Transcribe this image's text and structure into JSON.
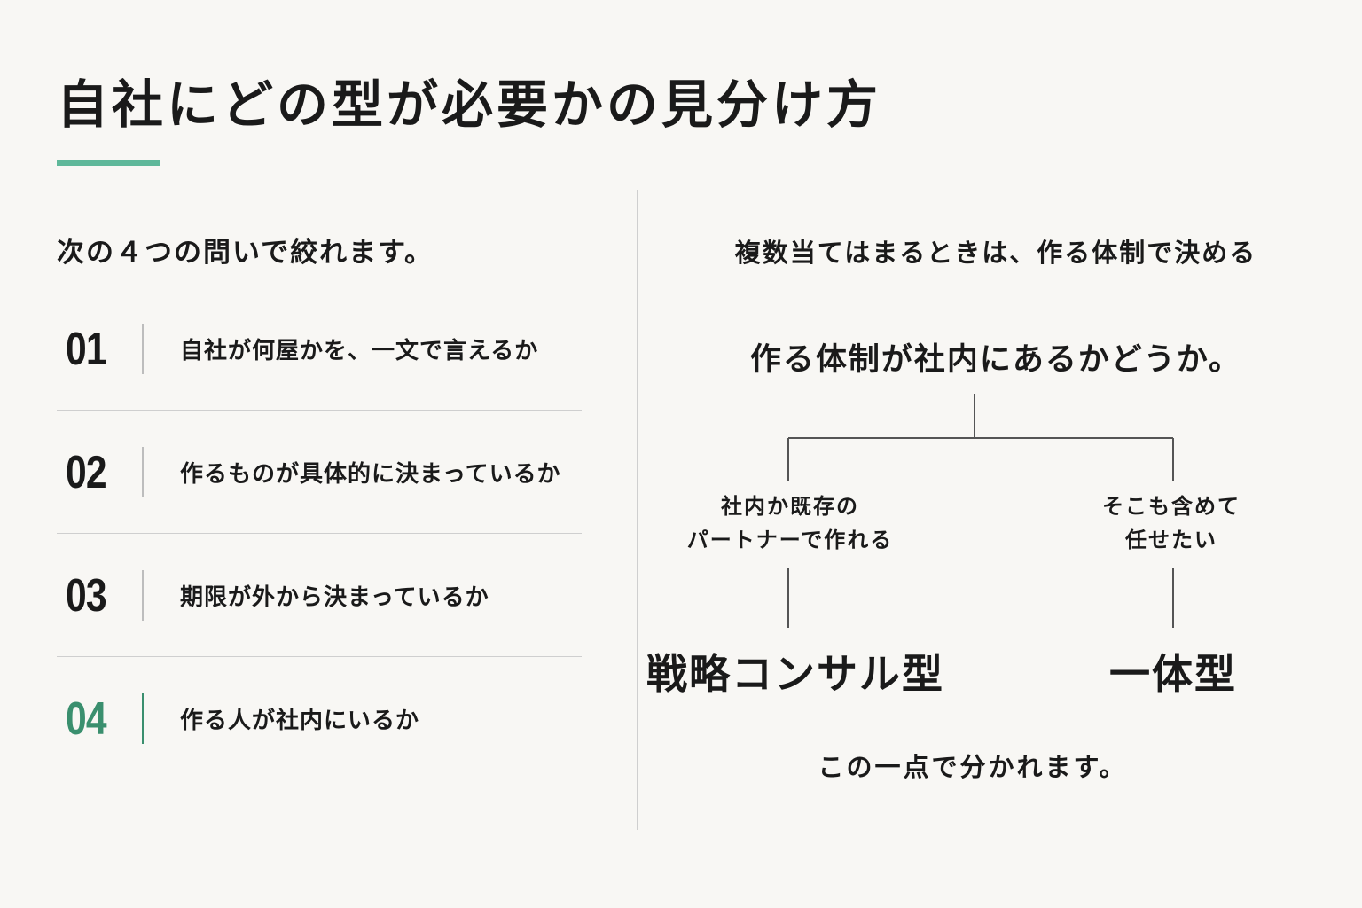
{
  "title": "自社にどの型が必要かの見分け方",
  "colors": {
    "accent": "#5fb89a",
    "highlight_number": "#3a8f6e",
    "text": "#1a1a1a",
    "background": "#f8f7f4",
    "rule": "#cfcfcf"
  },
  "left": {
    "lead": "次の４つの問いで絞れます。",
    "questions": [
      {
        "number": "01",
        "text": "自社が何屋かを、一文で言えるか"
      },
      {
        "number": "02",
        "text": "作るものが具体的に決まっているか"
      },
      {
        "number": "03",
        "text": "期限が外から決まっているか"
      },
      {
        "number": "04",
        "text": "作る人が社内にいるか",
        "highlighted": true
      }
    ]
  },
  "right": {
    "lead": "複数当てはまるときは、作る体制で決める",
    "question": "作る体制が社内にあるかどうか。",
    "branches": [
      {
        "condition": [
          "社内か既存の",
          "パートナーで作れる"
        ],
        "result": "戦略コンサル型"
      },
      {
        "condition": [
          "そこも含めて",
          "任せたい"
        ],
        "result": "一体型"
      }
    ],
    "note": "この一点で分かれます。"
  }
}
